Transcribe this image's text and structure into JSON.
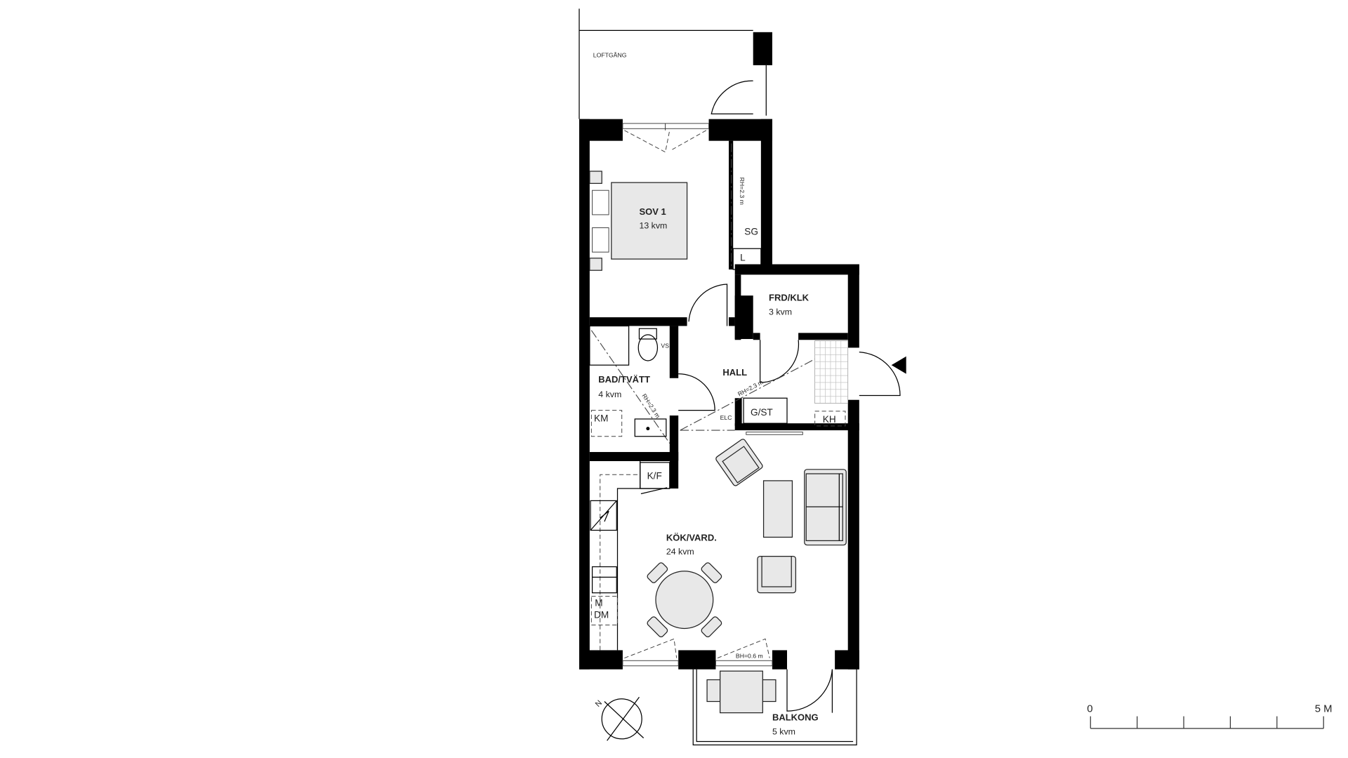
{
  "rooms": {
    "loftgang": {
      "name": "LOFTGÅNG"
    },
    "sov1": {
      "name": "SOV 1",
      "area": "13 kvm"
    },
    "frd_klk": {
      "name": "FRD/KLK",
      "area": "3 kvm"
    },
    "hall": {
      "name": "HALL"
    },
    "bad_tvatt": {
      "name": "BAD/TVÄTT",
      "area": "4 kvm"
    },
    "kok_vard": {
      "name": "KÖK/VARD.",
      "area": "24 kvm"
    },
    "balkong": {
      "name": "BALKONG",
      "area": "5 kvm"
    }
  },
  "fixtures": {
    "sg": "SG",
    "l": "L",
    "vs": "VS",
    "km": "KM",
    "kf": "K/F",
    "m": "M",
    "dm": "DM",
    "gst": "G/ST",
    "elc": "ELC",
    "kh": "KH"
  },
  "dimensions": {
    "rh_sov": "RH=2.3 m",
    "rh_bad": "RH=2.3 m",
    "rh_hall": "RH=2.3 m",
    "bh_window": "BH=0.6 m"
  },
  "compass": {
    "north_label": "N"
  },
  "scale_bar": {
    "start": "0",
    "end": "5 M",
    "divisions": 5
  }
}
